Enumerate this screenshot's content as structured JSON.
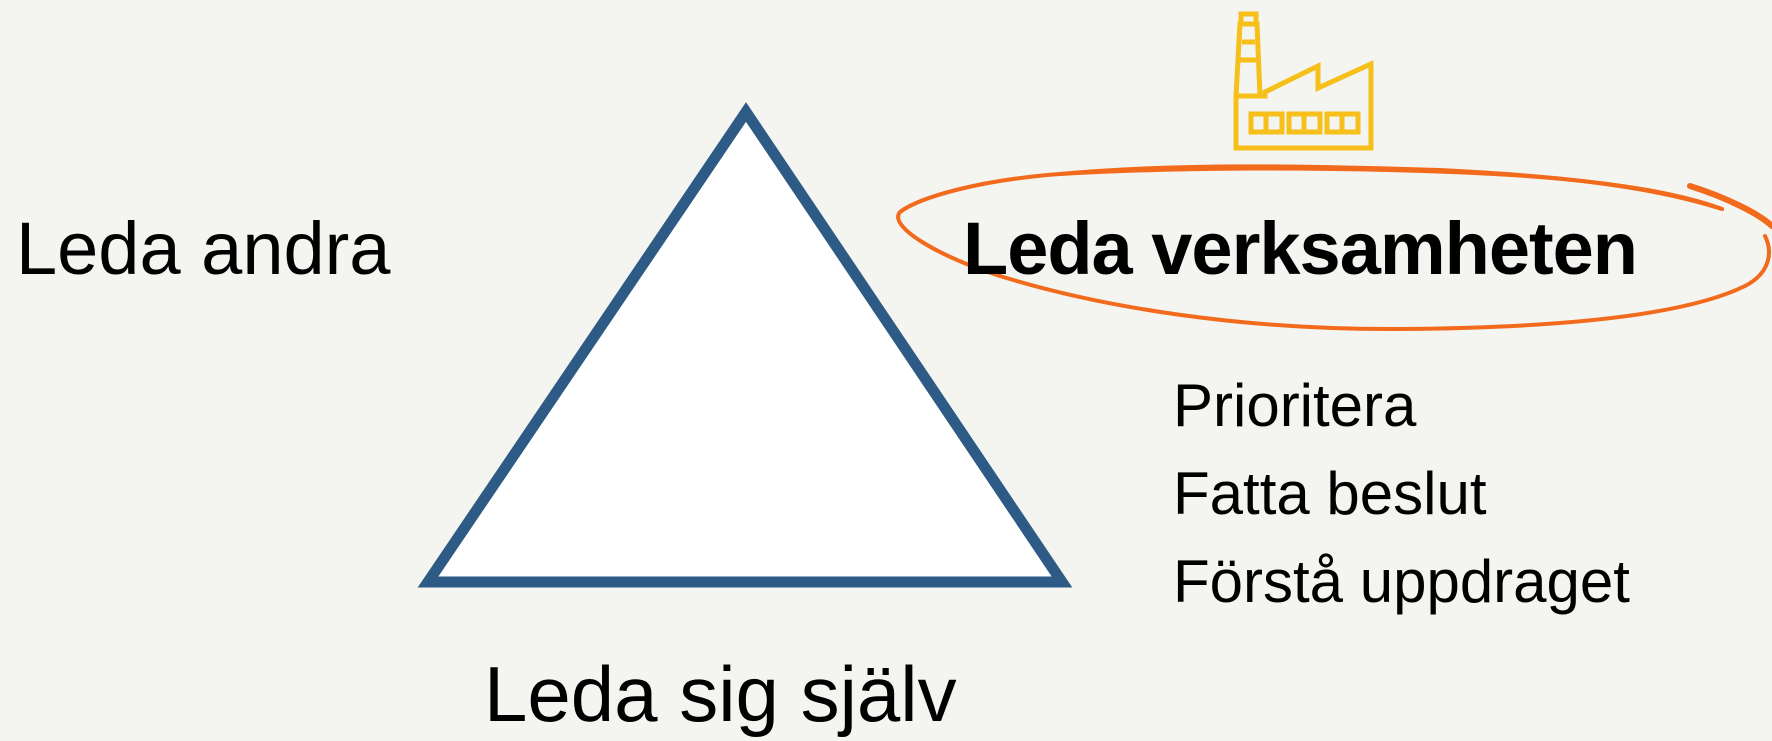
{
  "diagram": {
    "left_label": "Leda andra",
    "right_label": "Leda verksamheten",
    "bottom_label": "Leda sig själv",
    "right_items": [
      "Prioritera",
      "Fatta beslut",
      "Förstå uppdraget"
    ],
    "colors": {
      "background": "#f4f4f0",
      "triangle_stroke": "#2e5b85",
      "triangle_fill": "#ffffff",
      "highlight_circle": "#f26a1b",
      "factory_icon": "#f6bf1a",
      "text": "#000000"
    },
    "icons": {
      "factory": "factory-icon"
    }
  }
}
